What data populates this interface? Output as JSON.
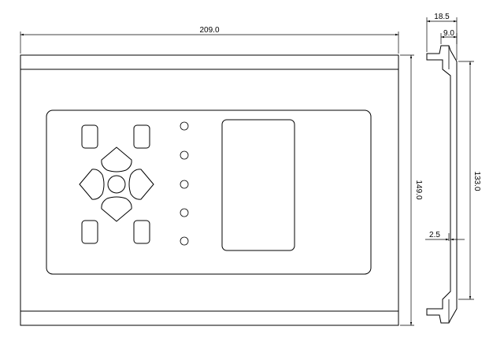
{
  "dimensions": {
    "total_width": "209.0",
    "total_height": "149.0",
    "side_depth": "18.5",
    "side_flange": "9.0",
    "side_inner_height": "133.0",
    "side_offset": "2.5"
  },
  "front_panel": {
    "function_keys": 4,
    "nav_keys": [
      "up",
      "down",
      "left",
      "right",
      "center"
    ],
    "indicator_leds": 5,
    "display": "lcd-window"
  }
}
